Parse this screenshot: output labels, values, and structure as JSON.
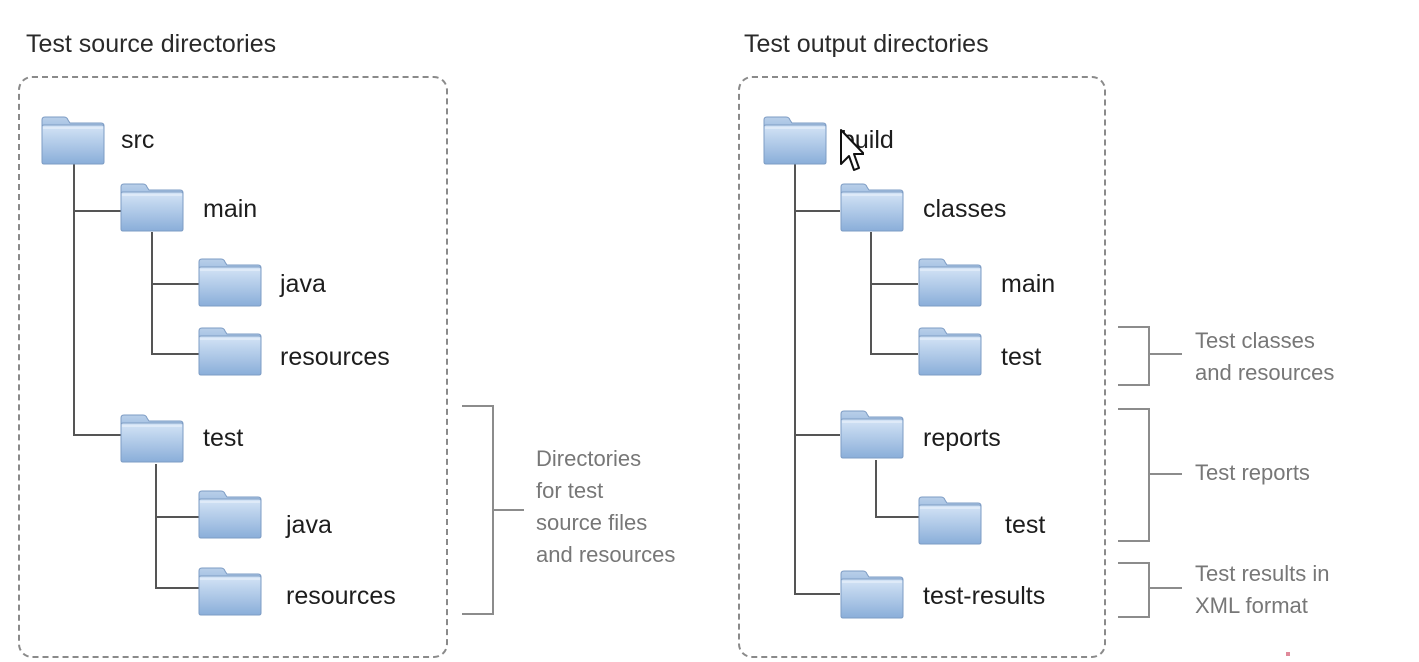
{
  "left_panel": {
    "title": "Test source directories",
    "tree": {
      "src": "src",
      "main": "main",
      "main_java": "java",
      "main_resources": "resources",
      "test": "test",
      "test_java": "java",
      "test_resources": "resources"
    },
    "annotation": [
      "Directories",
      "for test",
      "source files",
      "and resources"
    ]
  },
  "right_panel": {
    "title": "Test output directories",
    "tree": {
      "build": "build",
      "classes": "classes",
      "classes_main": "main",
      "classes_test": "test",
      "reports": "reports",
      "reports_test": "test",
      "test_results": "test-results"
    },
    "annotations": {
      "classes": [
        "Test classes",
        "and resources"
      ],
      "reports": [
        "Test reports"
      ],
      "results": [
        "Test results in",
        "XML format"
      ]
    }
  },
  "colors": {
    "folder_top": "#c9dcf2",
    "folder_bottom": "#8fb1db",
    "tree_line": "#555555",
    "bracket": "#8c8c8c"
  },
  "icons": [
    "folder-icon",
    "mouse-cursor-icon"
  ]
}
